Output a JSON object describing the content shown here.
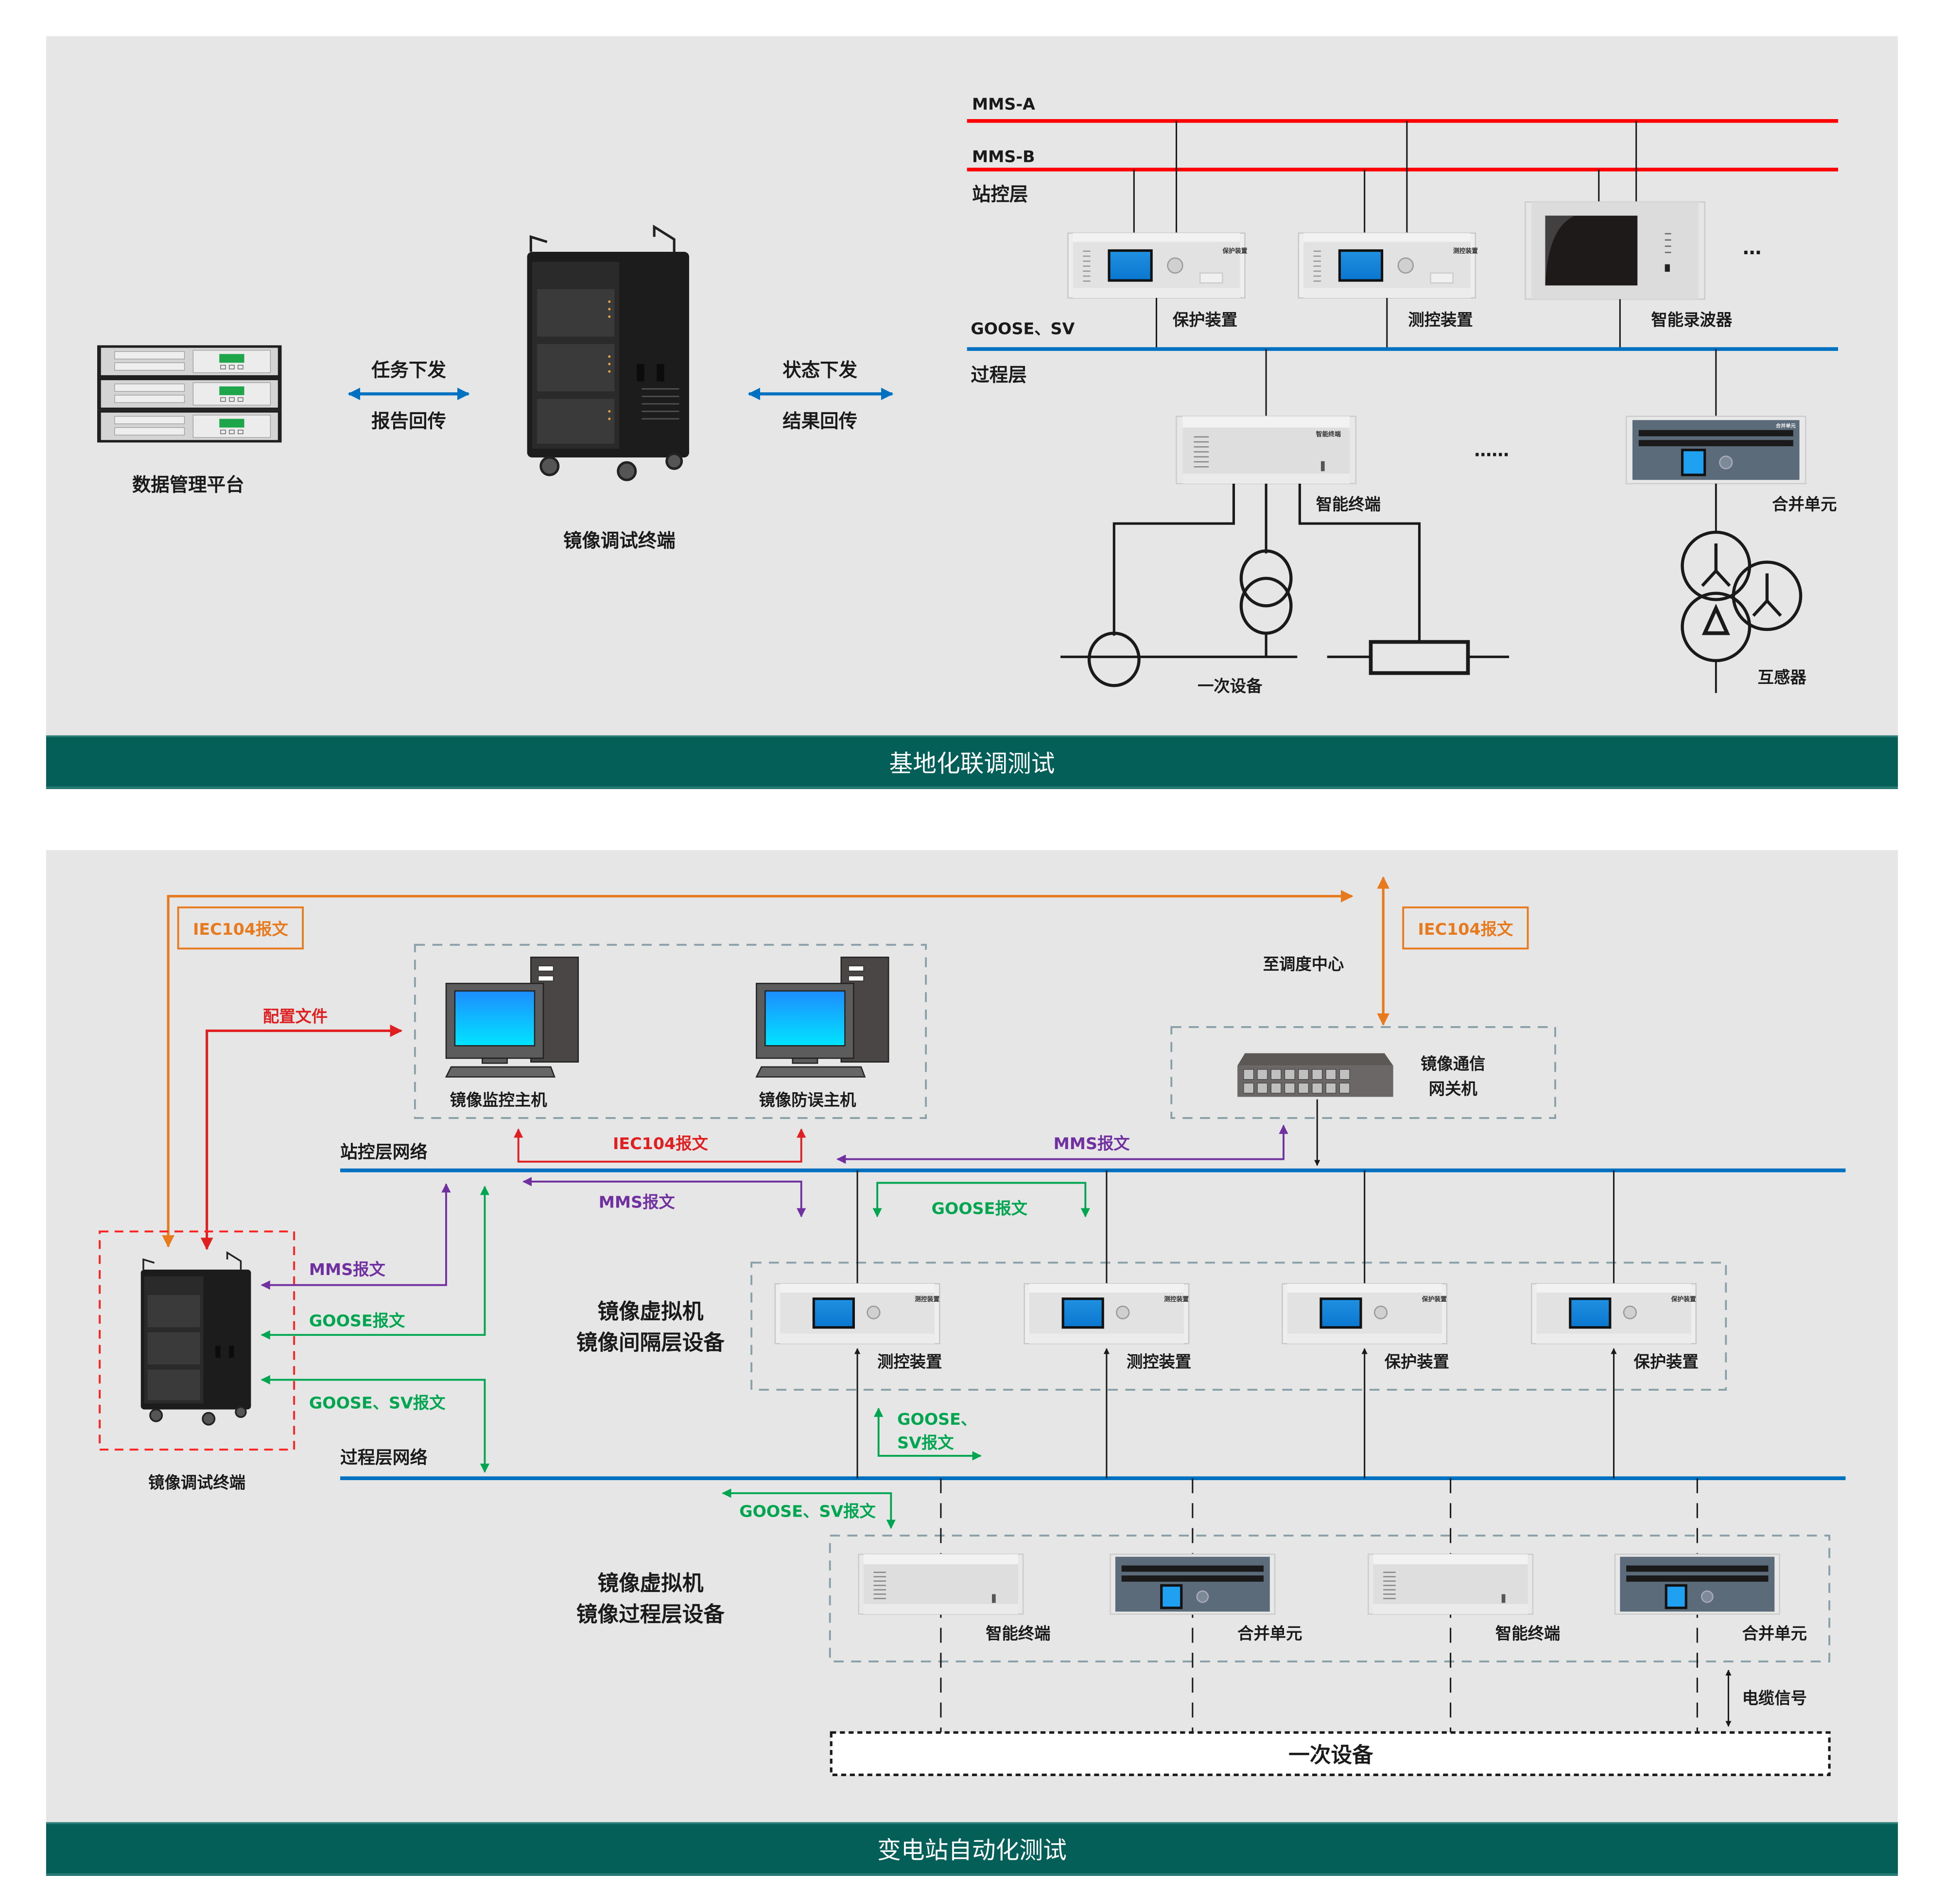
{
  "colors": {
    "panel_bg": "#e6e6e6",
    "banner": "#035f58",
    "red": "#ff0000",
    "blue": "#0070c0",
    "orange": "#e87a1e",
    "purple": "#7030a0",
    "green": "#00a550",
    "dash_gray": "#8aa0a8",
    "black": "#1a1a1a"
  },
  "top_panel": {
    "banner_title": "基地化联调测试",
    "data_platform_label": "数据管理平台",
    "debug_terminal_label": "镜像调试终端",
    "link_left": {
      "top": "任务下发",
      "bottom": "报告回传"
    },
    "link_right": {
      "top": "状态下发",
      "bottom": "结果回传"
    },
    "bus_labels": {
      "mms_a": "MMS-A",
      "mms_b": "MMS-B",
      "station_layer": "站控层",
      "goose_sv": "GOOSE、SV",
      "process_layer": "过程层"
    },
    "station_devices": [
      {
        "label": "保护装置",
        "panel_text": "保护装置"
      },
      {
        "label": "测控装置",
        "panel_text": "测控装置"
      },
      {
        "label": "智能录波器"
      }
    ],
    "station_more": "…",
    "process_devices": [
      {
        "label": "智能终端",
        "panel_text": "智能终端"
      },
      {
        "label": "合并单元",
        "panel_text": "合并单元"
      }
    ],
    "process_more": "……",
    "primary_label": "一次设备",
    "transformer_label": "互感器"
  },
  "bottom_panel": {
    "banner_title": "变电站自动化测试",
    "debug_terminal_label": "镜像调试终端",
    "station_network_label": "站控层网络",
    "process_network_label": "过程层网络",
    "hosts": [
      {
        "label": "镜像监控主机"
      },
      {
        "label": "镜像防误主机"
      }
    ],
    "gateway_label_line1": "镜像通信",
    "gateway_label_line2": "网关机",
    "dispatch_label": "至调度中心",
    "iec104_box_left": "IEC104报文",
    "iec104_box_right": "IEC104报文",
    "config_file": "配置文件",
    "iec104_hosts": "IEC104报文",
    "mms_gateway": "MMS报文",
    "mms_bay": "MMS报文",
    "goose_bay": "GOOSE报文",
    "terminal_mms": "MMS报文",
    "terminal_goose": "GOOSE报文",
    "terminal_goose_sv": "GOOSE、SV报文",
    "bay_goose_sv_line1": "GOOSE、",
    "bay_goose_sv_line2": "SV报文",
    "process_goose_sv": "GOOSE、SV报文",
    "bay_group_line1": "镜像虚拟机",
    "bay_group_line2": "镜像间隔层设备",
    "process_group_line1": "镜像虚拟机",
    "process_group_line2": "镜像过程层设备",
    "bay_devices": [
      {
        "label": "测控装置",
        "panel_text": "测控装置"
      },
      {
        "label": "测控装置",
        "panel_text": "测控装置"
      },
      {
        "label": "保护装置",
        "panel_text": "保护装置"
      },
      {
        "label": "保护装置",
        "panel_text": "保护装置"
      }
    ],
    "process_devices": [
      {
        "label": "智能终端",
        "type": "terminal"
      },
      {
        "label": "合并单元",
        "type": "merging"
      },
      {
        "label": "智能终端",
        "type": "terminal"
      },
      {
        "label": "合并单元",
        "type": "merging"
      }
    ],
    "cable_signal": "电缆信号",
    "primary_equipment": "一次设备"
  }
}
